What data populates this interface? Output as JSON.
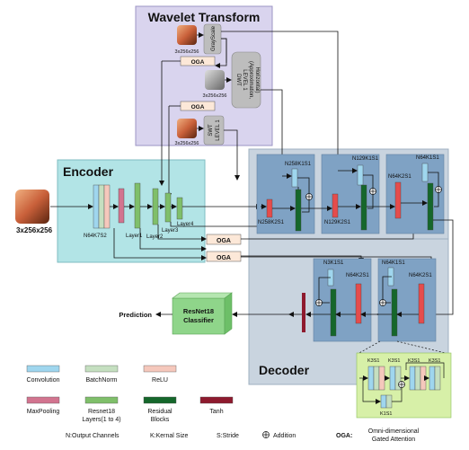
{
  "wavelet": {
    "title": "Wavelet Transform",
    "grayscale_label": "GrayScale",
    "dwt_label_1": "DWT",
    "dwt_label_2": "LEVEL 1",
    "dwt_label_3": "(Approximation,",
    "dwt_label_4": "Horizontal)",
    "swt_label_1": "SWT",
    "swt_label_2": "LEVEL 1",
    "image_size": "3x256x256",
    "oga": "OGA"
  },
  "encoder": {
    "title": "Encoder",
    "input_size": "3x256x256",
    "conv_label": "N64K7S2",
    "layer1": "Layer1",
    "layer2": "Layer2",
    "layer3": "Layer3",
    "layer4": "Layer4"
  },
  "fusion": {
    "b1_top": "N258K1S1",
    "b1_bottom": "N258K2S1",
    "b2_top": "N129K1S1",
    "b2_bottom": "N129K2S1",
    "b3_top": "N64K1S1",
    "b3_mid": "N64K2S1"
  },
  "decoder": {
    "title": "Decoder",
    "d1_top": "N3K1S1",
    "d1_mid": "N64K2S1",
    "d2_top": "N64K1S1",
    "d2_mid": "N64K2S1"
  },
  "oga_blocks": [
    "OGA",
    "OGA",
    "OGA",
    "OGA"
  ],
  "classifier": {
    "label_1": "ResNet18",
    "label_2": "Classifier",
    "prediction": "Prediction"
  },
  "residual_detail": {
    "k3_1": "K3S1",
    "k3_2": "K3S1",
    "k3_3": "K3S1",
    "k3_4": "K3S1",
    "k1": "K1S1"
  },
  "legend": {
    "convolution": "Convolution",
    "batchnorm": "BatchNorm",
    "relu": "ReLU",
    "maxpooling": "MaxPooling",
    "resnet_layers_1": "Resnet18",
    "resnet_layers_2": "Layers(1 to 4)",
    "residual_1": "Residual",
    "residual_2": "Blocks",
    "tanh": "Tanh",
    "channels": "N:Output Channels",
    "kernel": "K:Kernal Size",
    "stride": "S:Stride",
    "addition": "Addition",
    "oga_key": "OGA:",
    "oga_def_1": "Omni-dimensional",
    "oga_def_2": "Gated Attention"
  },
  "colors": {
    "wavelet_bg": "#d9d4ee",
    "encoder_bg": "#b2e4e6",
    "decoder_bg": "#c9d4df",
    "module_bg": "#7fa2c4",
    "conv": "#9fd6ee",
    "batchnorm": "#c5dfc0",
    "relu": "#f5c8bc",
    "maxpool": "#d2748f",
    "resnet": "#7fbf6a",
    "residual": "#15672b",
    "tanh": "#8e1a2e",
    "red_block": "#e54c4c",
    "oga_box": "#fce8d8",
    "classifier": "#8fd58a",
    "detail_bg": "#d7f0a8"
  }
}
